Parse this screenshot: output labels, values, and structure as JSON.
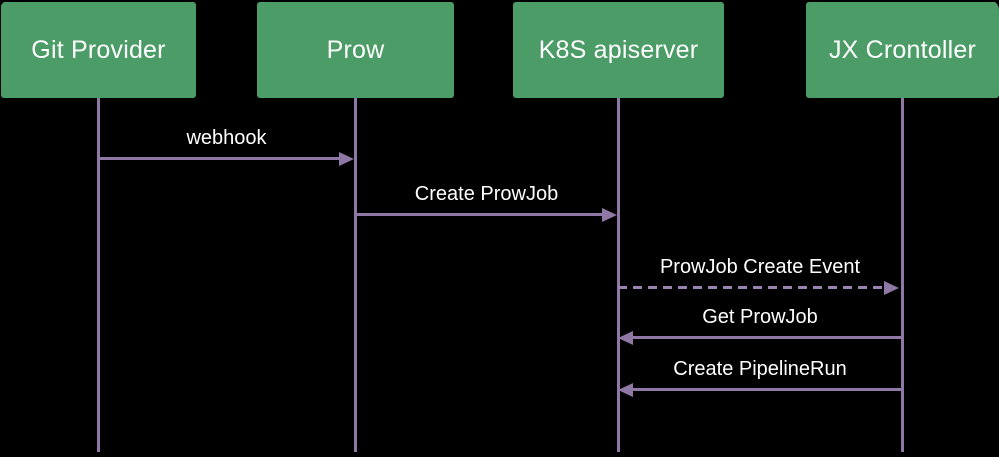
{
  "diagram": {
    "type": "sequence",
    "background_color": "#000000",
    "actor_box_color": "#4b9c66",
    "line_color": "#8f78a5",
    "text_color": "#ffffff",
    "actors": [
      {
        "label": "Git Provider"
      },
      {
        "label": "Prow"
      },
      {
        "label": "K8S apiserver"
      },
      {
        "label": "JX Crontoller"
      }
    ],
    "messages": [
      {
        "from": "Git Provider",
        "to": "Prow",
        "label": "webhook",
        "style": "solid",
        "direction": "right"
      },
      {
        "from": "Prow",
        "to": "K8S apiserver",
        "label": "Create ProwJob",
        "style": "solid",
        "direction": "right"
      },
      {
        "from": "K8S apiserver",
        "to": "JX Crontoller",
        "label": "ProwJob Create Event",
        "style": "dashed",
        "direction": "right"
      },
      {
        "from": "JX Crontoller",
        "to": "K8S apiserver",
        "label": "Get ProwJob",
        "style": "solid",
        "direction": "left"
      },
      {
        "from": "JX Crontoller",
        "to": "K8S apiserver",
        "label": "Create PipelineRun",
        "style": "solid",
        "direction": "left"
      }
    ]
  }
}
